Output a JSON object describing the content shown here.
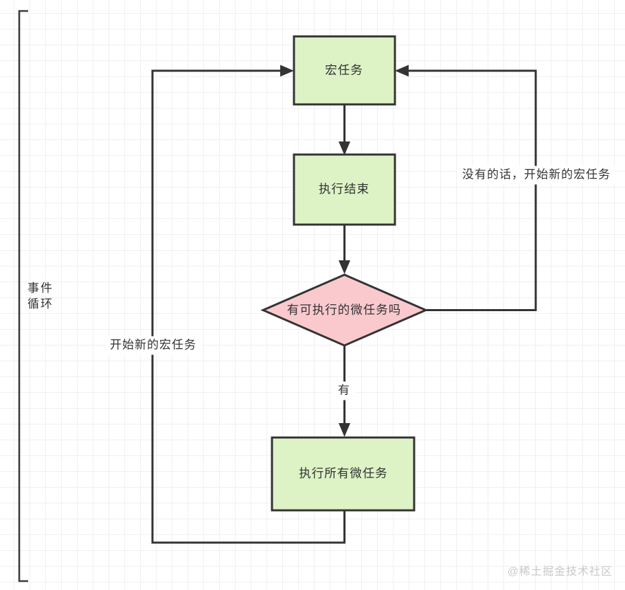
{
  "diagram": {
    "type": "flowchart",
    "topic": "event-loop",
    "bracket_label": {
      "line1": "事件",
      "line2": "循环"
    },
    "nodes": [
      {
        "id": "macro-task",
        "shape": "rect",
        "label": "宏任务",
        "fill": "#ddf3c6",
        "stroke": "#333333"
      },
      {
        "id": "exec-finish",
        "shape": "rect",
        "label": "执行结束",
        "fill": "#ddf3c6",
        "stroke": "#333333"
      },
      {
        "id": "has-microtask",
        "shape": "diamond",
        "label": "有可执行的微任务吗",
        "fill": "#f9c9ce",
        "stroke": "#333333"
      },
      {
        "id": "run-microtasks",
        "shape": "rect",
        "label": "执行所有微任务",
        "fill": "#ddf3c6",
        "stroke": "#333333"
      }
    ],
    "edge_labels": [
      {
        "id": "yes",
        "text": "有"
      },
      {
        "id": "start-new-macro",
        "text": "开始新的宏任务"
      },
      {
        "id": "no-start-new-macro",
        "text": "没有的话，开始新的宏任务"
      }
    ],
    "colors": {
      "line": "#333333",
      "grid": "#f0f0f0",
      "background": "#ffffff",
      "green_fill": "#ddf3c6",
      "pink_fill": "#f9c9ce",
      "text": "#333333",
      "watermark": "#c9c9c9"
    }
  },
  "watermark": {
    "text": "@稀土掘金技术社区"
  }
}
